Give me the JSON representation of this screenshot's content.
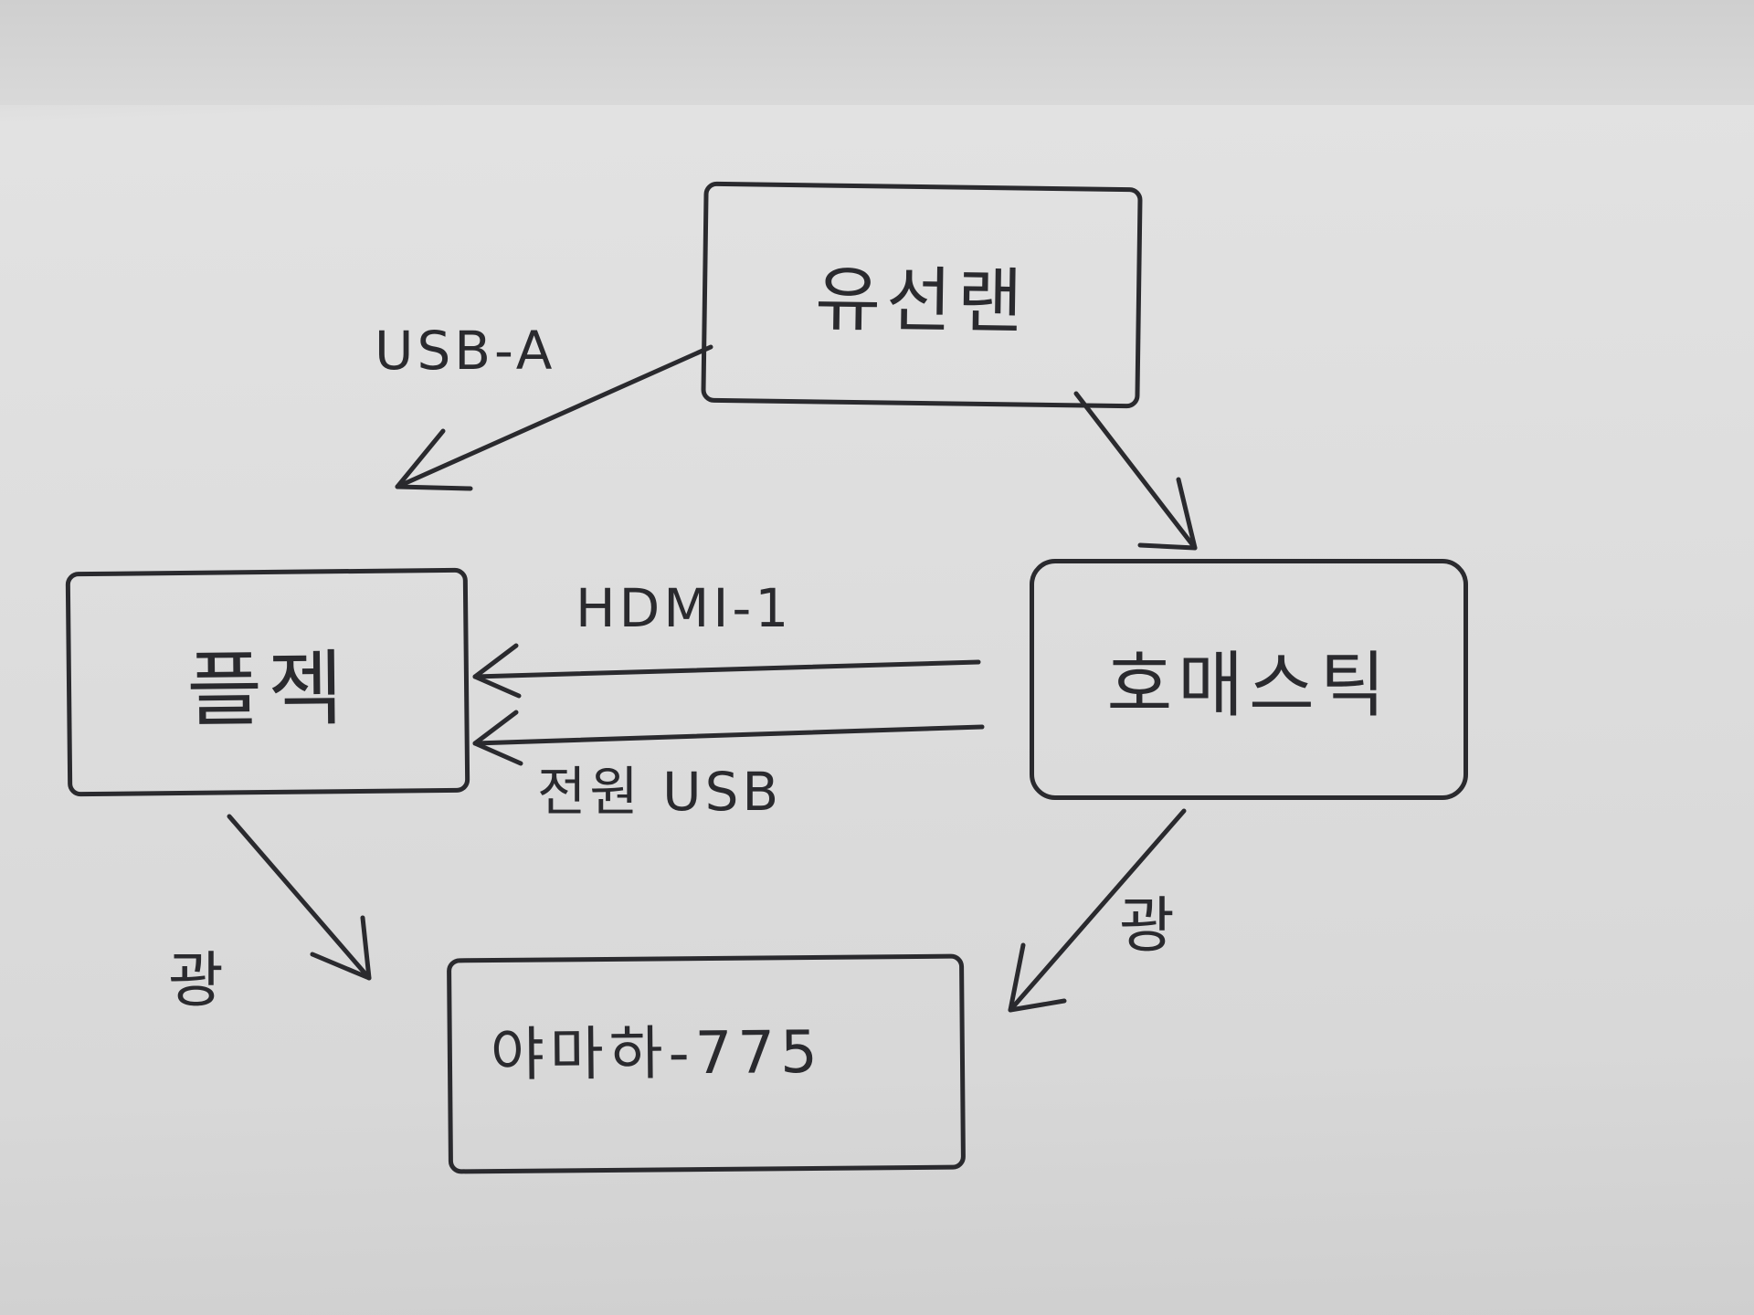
{
  "nodes": {
    "wired_lan": "유선랜",
    "projector": "플젝",
    "homestick": "호매스틱",
    "yamaha": "야마하-775"
  },
  "edges": [
    {
      "from": "유선랜",
      "to": "플젝",
      "label": "USB-A"
    },
    {
      "from": "유선랜",
      "to": "호매스틱",
      "label": ""
    },
    {
      "from": "호매스틱",
      "to": "플젝",
      "label": "HDMI-1"
    },
    {
      "from": "호매스틱",
      "to": "플젝",
      "label": "전원 USB"
    },
    {
      "from": "플젝",
      "to": "야마하-775",
      "label": "광"
    },
    {
      "from": "호매스틱",
      "to": "야마하-775",
      "label": "광"
    }
  ],
  "ink_color": "#2a2a2e"
}
